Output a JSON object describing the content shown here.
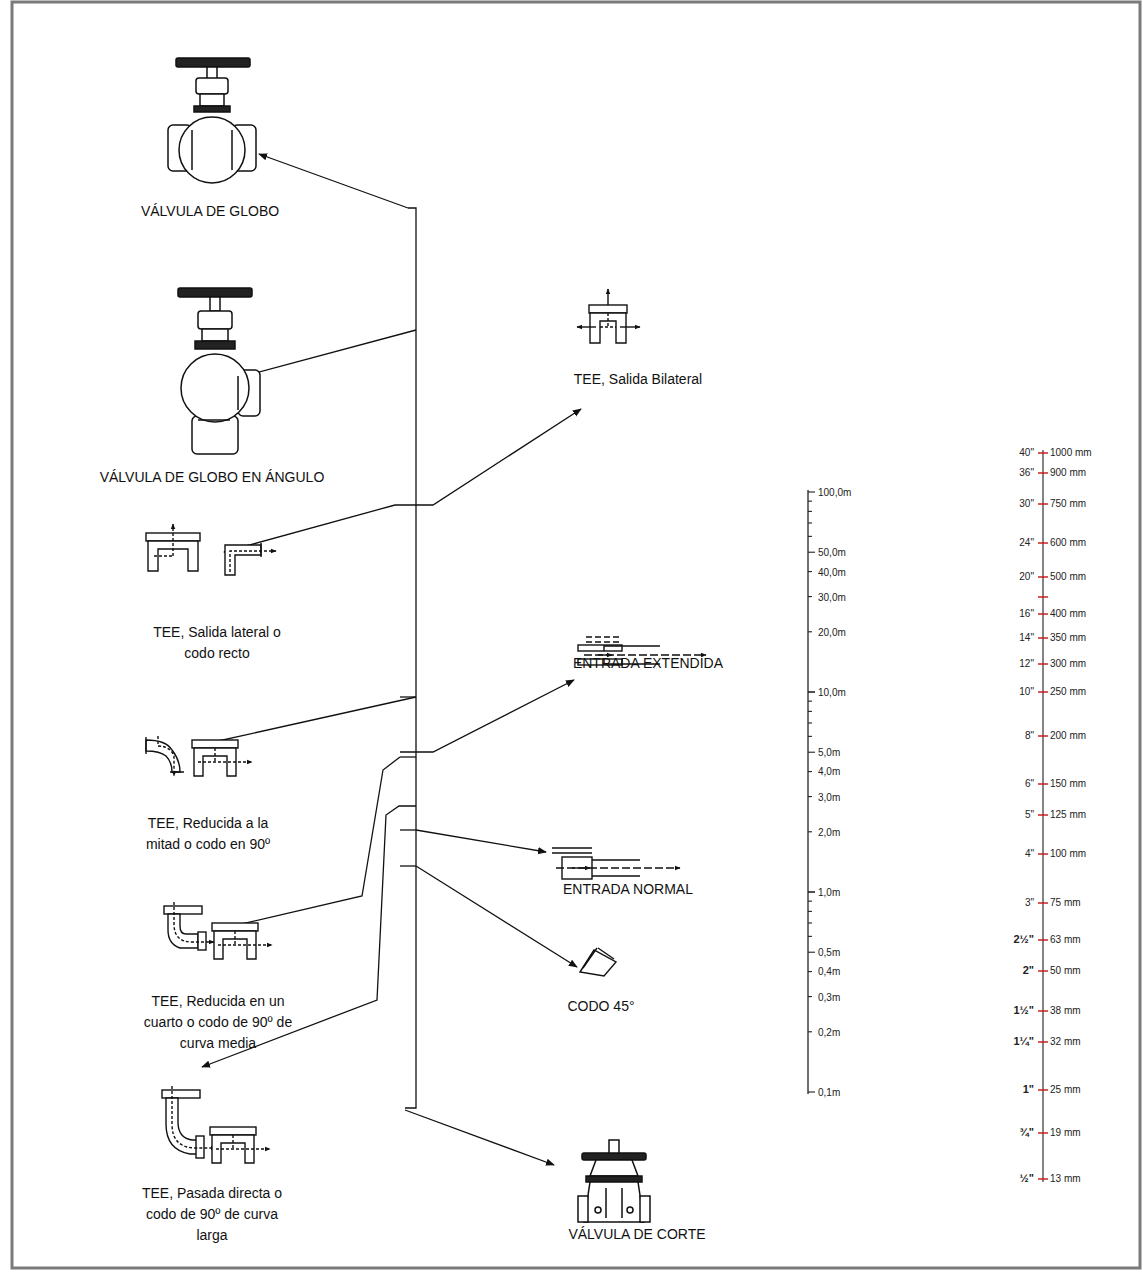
{
  "diagram": {
    "labels": [
      "VÁLVULA DE GLOBO",
      "VÁLVULA DE GLOBO EN ÁNGULO",
      "TEE, Salida Bilateral",
      "TEE, Salida lateral o codo recto",
      "ENTRADA EXTENDIDA",
      "TEE, Reducida a la mitad o codo en 90º",
      "ENTRADA NORMAL",
      "TEE, Reducida en un cuarto o codo de 90º de curva media",
      "CODO 45°",
      "TEE, Pasada directa o codo de 90º de curva larga",
      "VÁLVULA DE CORTE",
      "100,0m",
      "50,0m",
      "40,0m",
      "30,0m",
      "20,0m",
      "10,0m",
      "5,0m",
      "4,0m",
      "3,0m",
      "2,0m",
      "1,0m",
      "0,5m",
      "0,4m",
      "0,3m",
      "0,2m",
      "0,1m",
      "40\"",
      "1000 mm",
      "36\"",
      "900 mm",
      "30\"",
      "750 mm",
      "24\"",
      "600 mm",
      "20\"",
      "500 mm",
      "16\"",
      "400 mm",
      "14\"",
      "350 mm",
      "12\"",
      "300 mm",
      "10\"",
      "250 mm",
      "8\"",
      "200 mm",
      "6\"",
      "150 mm",
      "5\"",
      "125 mm",
      "4\"",
      "100 mm",
      "3\"",
      "75 mm",
      "2½\"",
      "63 mm",
      "2\"",
      "50 mm",
      "1½\"",
      "38 mm",
      "1¼\"",
      "32 mm",
      "1\"",
      "25 mm",
      "¾\"",
      "19 mm",
      "½\"",
      "13 mm"
    ]
  }
}
